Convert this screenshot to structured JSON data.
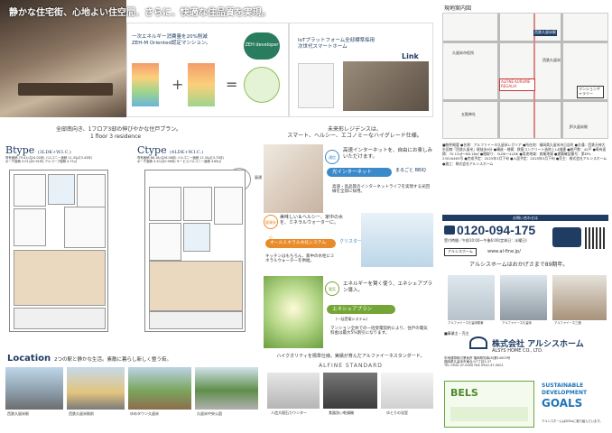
{
  "top": {
    "headline": "静かな住宅街、心地よい住空間、さらに、快適な住品質を実現。",
    "zeh_text": "一次エネルギー消費量を20%削減\nZEH-M Oriented認定マンション。",
    "zeh_badge": "ZEH developer",
    "iot_text": "IoTプラットフォーム全邸標準採用\n次世代スマートホーム",
    "link_logo": "Link",
    "south_text": "全邸南向き、1フロア3邸の伸びやかな住戸プラン。",
    "floor_text": "1 floor 3 residence"
  },
  "plans": {
    "b_title": "Btype",
    "b_sub": "(3LDK+W.I.C.)",
    "c_title": "Ctype",
    "c_sub": "(4LDK+W.I.C.)",
    "b_details": "専有面積 79.41㎡(24.02坪)   バルコニー面積 11.33㎡(3.42坪)\nポーチ面積 3.01㎡(0.91坪)   アルコーブ面積 4.75㎡",
    "c_details": "専有面積 86.18㎡(26.06坪)   バルコニー面積 12.30㎡(3.72坪)\nポーチ面積 3.20㎡(0.96坪)   サービスバルコニー面積 3.68㎡",
    "north_label": "風通"
  },
  "location": {
    "title": "Location",
    "subtitle": "2つの駅と静かな生活。素敵に暮らし新しく整う街。",
    "photos": [
      "西鉄久留米駅",
      "西鉄久留米駅前",
      "ゆめタウン久留米",
      "久留米中央公園"
    ]
  },
  "features": {
    "intro": "未来形レジデンスは、\nスマート、ヘルシー、エコノミーなハイグレード仕様。",
    "internet_tag": "通信",
    "internet_title": "高速インターネットを、自由にお楽しみいただけます。",
    "internet_band": "光インターネット",
    "internet_brand": "まるごと BBIQ",
    "internet_desc": "高速・高品質のインターネットライフを実現する光回線を全邸に採用。",
    "water_tag": "健康安心",
    "water_title": "美味しい＆ヘルシー、家中の水を、ミネラルウォーターに。",
    "water_band": "オールミネラル水化システム",
    "water_brand": "クリスター",
    "water_desc": "キッチンはもちろん、家中の水栓にミネラルウォーターを供給。",
    "energy_tag": "電気",
    "energy_title": "エネルギーを賢く使う、エネシェアプラン導入。",
    "energy_band": "エネシェアプラン",
    "energy_subband": "(一括受電システム)",
    "energy_desc": "マンション全体での一括受電契約により、住戸の電気料金は最大5%割引になります。",
    "standard_intro": "ハイクオリティを標準仕様。実績が育んだアルファイーネスタンダード。",
    "standard_title": "ALFINE STANDARD",
    "standard_items": [
      "人造大理石カウンター",
      "食器洗い乾燥機",
      "ゆとりの浴室"
    ]
  },
  "map": {
    "title": "現地案内図",
    "labels": [
      "西鉄久留米駅",
      "ALFINE KURUME REGALIA",
      "マンションギャラリー",
      "久留米市役所",
      "西鉄久留米",
      "五穀神社",
      "JR久留米駅"
    ]
  },
  "info": {
    "outline": "■物件概要 ●名称：アルファイーネ久留米レガリア ●所在地：福岡県久留米市日吉町 ●交通：西鉄天神大牟田線「西鉄久留米」駅徒歩8分 ●構造・規模：鉄筋コンクリート造地上14階建 ●総戸数：42戸 ●専有面積：70.13㎡〜86.18㎡ ●間取り：3LDK〜4LDK ●用途地域：商業地域 ●建築確認番号：第ERI-23016463号 ●完成予定：2025年3月下旬 ●入居予定：2025年3月下旬 ●売主：株式会社アルシスホーム ●施工：株式会社アルシスホーム",
    "contact_label": "お問い合わせは",
    "phone": "0120-094-175",
    "phone_sub": "受付時間／午前10:00〜午後6:00(定休日：水曜日)",
    "web_btn": "アルシスホーム",
    "web_url": "www.al-fine.jp/",
    "record": "アルシスホームはおかげさまで89期年。",
    "buildings": [
      "アルファイーネ久留米駅東",
      "アルファイーネ久留米",
      "アルファイーネ三潴"
    ],
    "company_label": "■事業主・売主",
    "company": "株式会社 アルシスホーム",
    "company_en": "ALSYS HOME CO., LTD.",
    "company_detail": "宅地建物取引業免許 福岡県知事(8)第14003号\n福岡県久留米市東合川7丁目3-37\nTEL 0942-47-0000   FAX 0942-47-0001",
    "bels": "BELS",
    "sdgs_1": "SUSTAINABLE",
    "sdgs_2": "DEVELOPMENT",
    "sdgs_3": "GOALS",
    "sdgs_note": "アルシスホームはSDGsに取り組んでいます。"
  }
}
